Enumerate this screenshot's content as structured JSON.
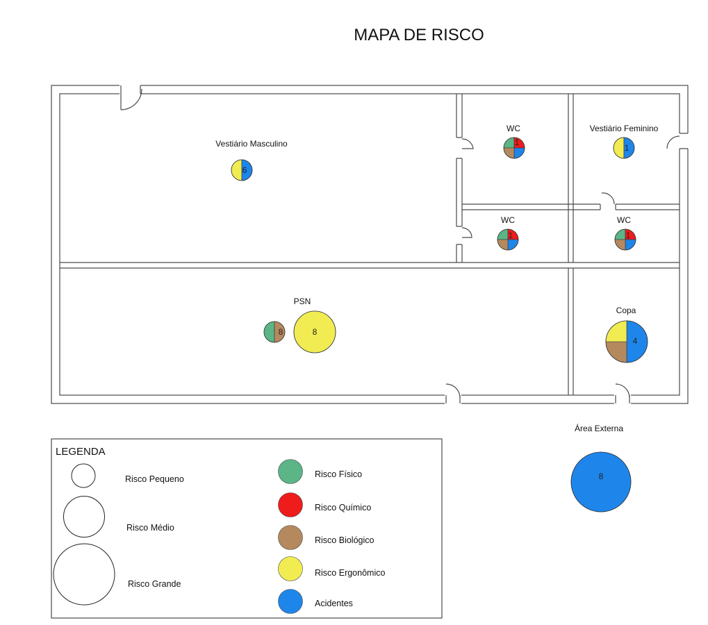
{
  "title": "MAPA DE RISCO",
  "colors": {
    "fisico": "#5cb587",
    "quimico": "#ef1c1c",
    "biologico": "#b5895e",
    "ergonomico": "#f1ec52",
    "acidentes": "#1e86ea",
    "wall": "#4a4a4a"
  },
  "rooms": {
    "vestiario_masculino": "Vestiário Masculino",
    "wc_top": "WC",
    "vestiario_feminino": "Vestiário Feminino",
    "wc_mid": "WC",
    "wc_right": "WC",
    "psn": "PSN",
    "copa": "Copa",
    "area_externa": "Área Externa"
  },
  "markers": {
    "vestiario_masculino": {
      "label": "6",
      "size": "Risco Pequeno",
      "risks": [
        "ergonomico",
        "acidentes"
      ]
    },
    "wc_top": {
      "label": "1",
      "size": "Risco Pequeno",
      "risks": [
        "fisico",
        "quimico",
        "biologico",
        "acidentes"
      ]
    },
    "vestiario_feminino": {
      "label": "1",
      "size": "Risco Pequeno",
      "risks": [
        "ergonomico",
        "acidentes"
      ]
    },
    "wc_mid": {
      "label": "1",
      "size": "Risco Pequeno",
      "risks": [
        "fisico",
        "quimico",
        "biologico",
        "acidentes"
      ]
    },
    "wc_right": {
      "label": "1",
      "size": "Risco Pequeno",
      "risks": [
        "fisico",
        "quimico",
        "biologico",
        "acidentes"
      ]
    },
    "psn_small": {
      "label": "8",
      "size": "Risco Pequeno",
      "risks": [
        "fisico",
        "biologico"
      ]
    },
    "psn_medium": {
      "label": "8",
      "size": "Risco Médio",
      "risks": [
        "ergonomico"
      ]
    },
    "copa": {
      "label": "4",
      "size": "Risco Médio",
      "risks": [
        "ergonomico",
        "acidentes",
        "biologico"
      ]
    },
    "area_externa": {
      "label": "8",
      "size": "Risco Grande",
      "risks": [
        "acidentes"
      ]
    }
  },
  "legend": {
    "title": "LEGENDA",
    "sizes": [
      "Risco Pequeno",
      "Risco Médio",
      "Risco Grande"
    ],
    "types": [
      {
        "label": "Risco Físico",
        "color": "#5cb587"
      },
      {
        "label": "Risco Químico",
        "color": "#ef1c1c"
      },
      {
        "label": "Risco Biológico",
        "color": "#b5895e"
      },
      {
        "label": "Risco Ergonômico",
        "color": "#f1ec52"
      },
      {
        "label": "Acidentes",
        "color": "#1e86ea"
      }
    ]
  }
}
